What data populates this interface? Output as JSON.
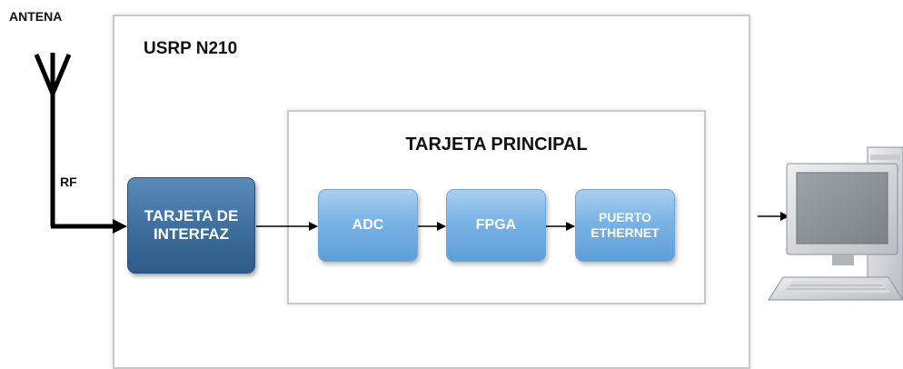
{
  "labels": {
    "antena": "ANTENA",
    "rf": "RF",
    "usrp": "USRP N210",
    "tarjeta_principal": "TARJETA PRINCIPAL"
  },
  "blocks": {
    "interfaz": "TARJETA DE INTERFAZ",
    "adc": "ADC",
    "fpga": "FPGA",
    "ethernet": "PUERTO ETHERNET"
  },
  "icons": {
    "antenna": "antenna-icon",
    "computer": "computer-icon"
  },
  "colors": {
    "dark_block": "#3c6d9c",
    "light_block": "#79b3e6",
    "border": "#c9c9c9",
    "line": "#000000"
  }
}
